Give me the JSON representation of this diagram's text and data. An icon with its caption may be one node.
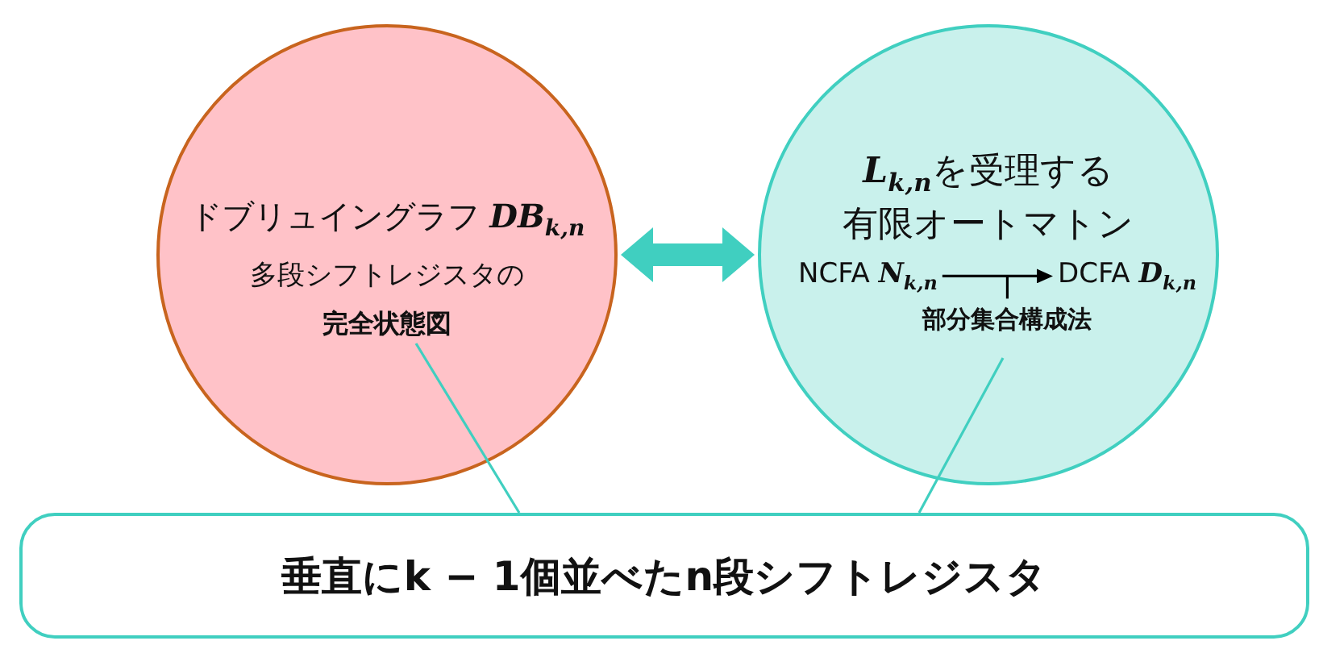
{
  "diagram": {
    "nodes": [
      {
        "text": [
          "ドブリュイングラフ **DB**$_{k,n}$",
          "多段シフトレジスタの",
          "完全状態図"
        ]
      },
      {
        "text": [
          "**L**$_{k,n}$を受理する",
          "有限オートマトン"
        ]
      },
      {
        "text": [
          "NCFA **N**$_{k,n}$"
        ],
        "in": 1
      },
      {
        "text": [
          "DCFA **D**$_{k,n}$"
        ],
        "in": 1
      },
      {
        "text": [
          "垂直にk − 1個並べたn段シフトレジスタ"
        ]
      }
    ],
    "edges": [
      {
        "from": 0,
        "to": 1,
        "arrow": "both",
        "style": "thick"
      },
      {
        "from": 2,
        "to": 3,
        "arrow": "to",
        "label": "部分集合構成法",
        "color": "#000000"
      },
      {
        "from": 4,
        "to": 0,
        "arrow": "none"
      },
      {
        "from": 4,
        "to": 1,
        "arrow": "none"
      }
    ]
  }
}
